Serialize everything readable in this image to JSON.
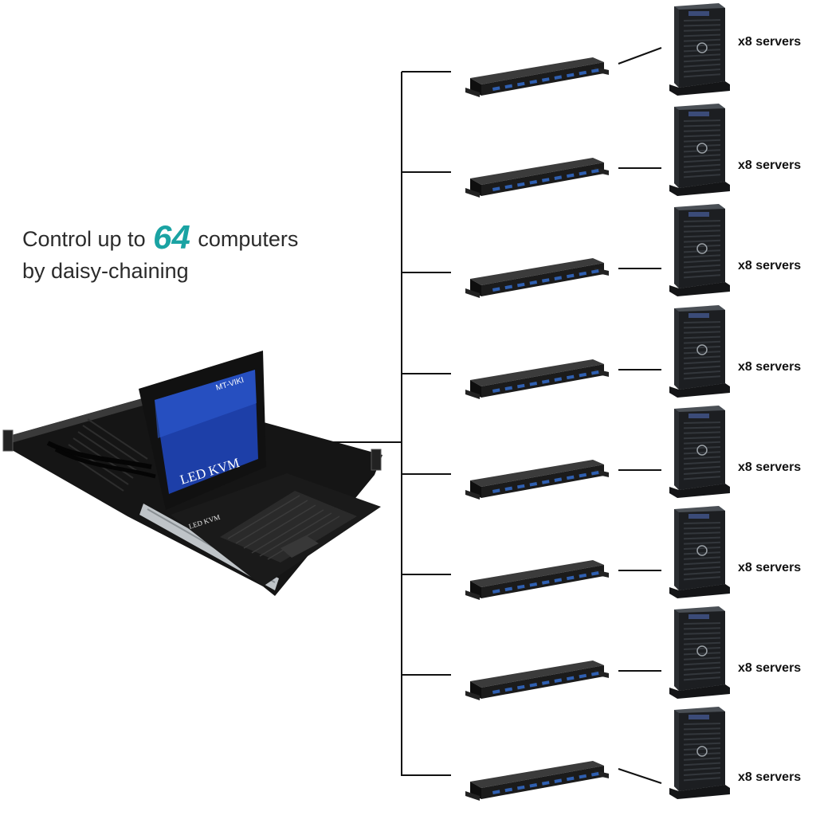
{
  "headline": {
    "line1_prefix": "Control up to",
    "highlight_number": "64",
    "line1_suffix": "computers",
    "line2": "by daisy-chaining"
  },
  "console": {
    "brand_logo": "MT-VIKI",
    "screen_text": "LED KVM",
    "panel_text": "LED KVM"
  },
  "chain": {
    "switch_count": 8,
    "server_labels": [
      "x8 servers",
      "x8 servers",
      "x8 servers",
      "x8 servers",
      "x8 servers",
      "x8 servers",
      "x8 servers",
      "x8 servers"
    ]
  },
  "colors": {
    "highlight": "#1aa3a3",
    "text": "#2b2b2b",
    "device_body": "#1b1b1b",
    "vga_port": "#2f5fb0",
    "screen": "#1d3fa8",
    "line": "#111111"
  }
}
